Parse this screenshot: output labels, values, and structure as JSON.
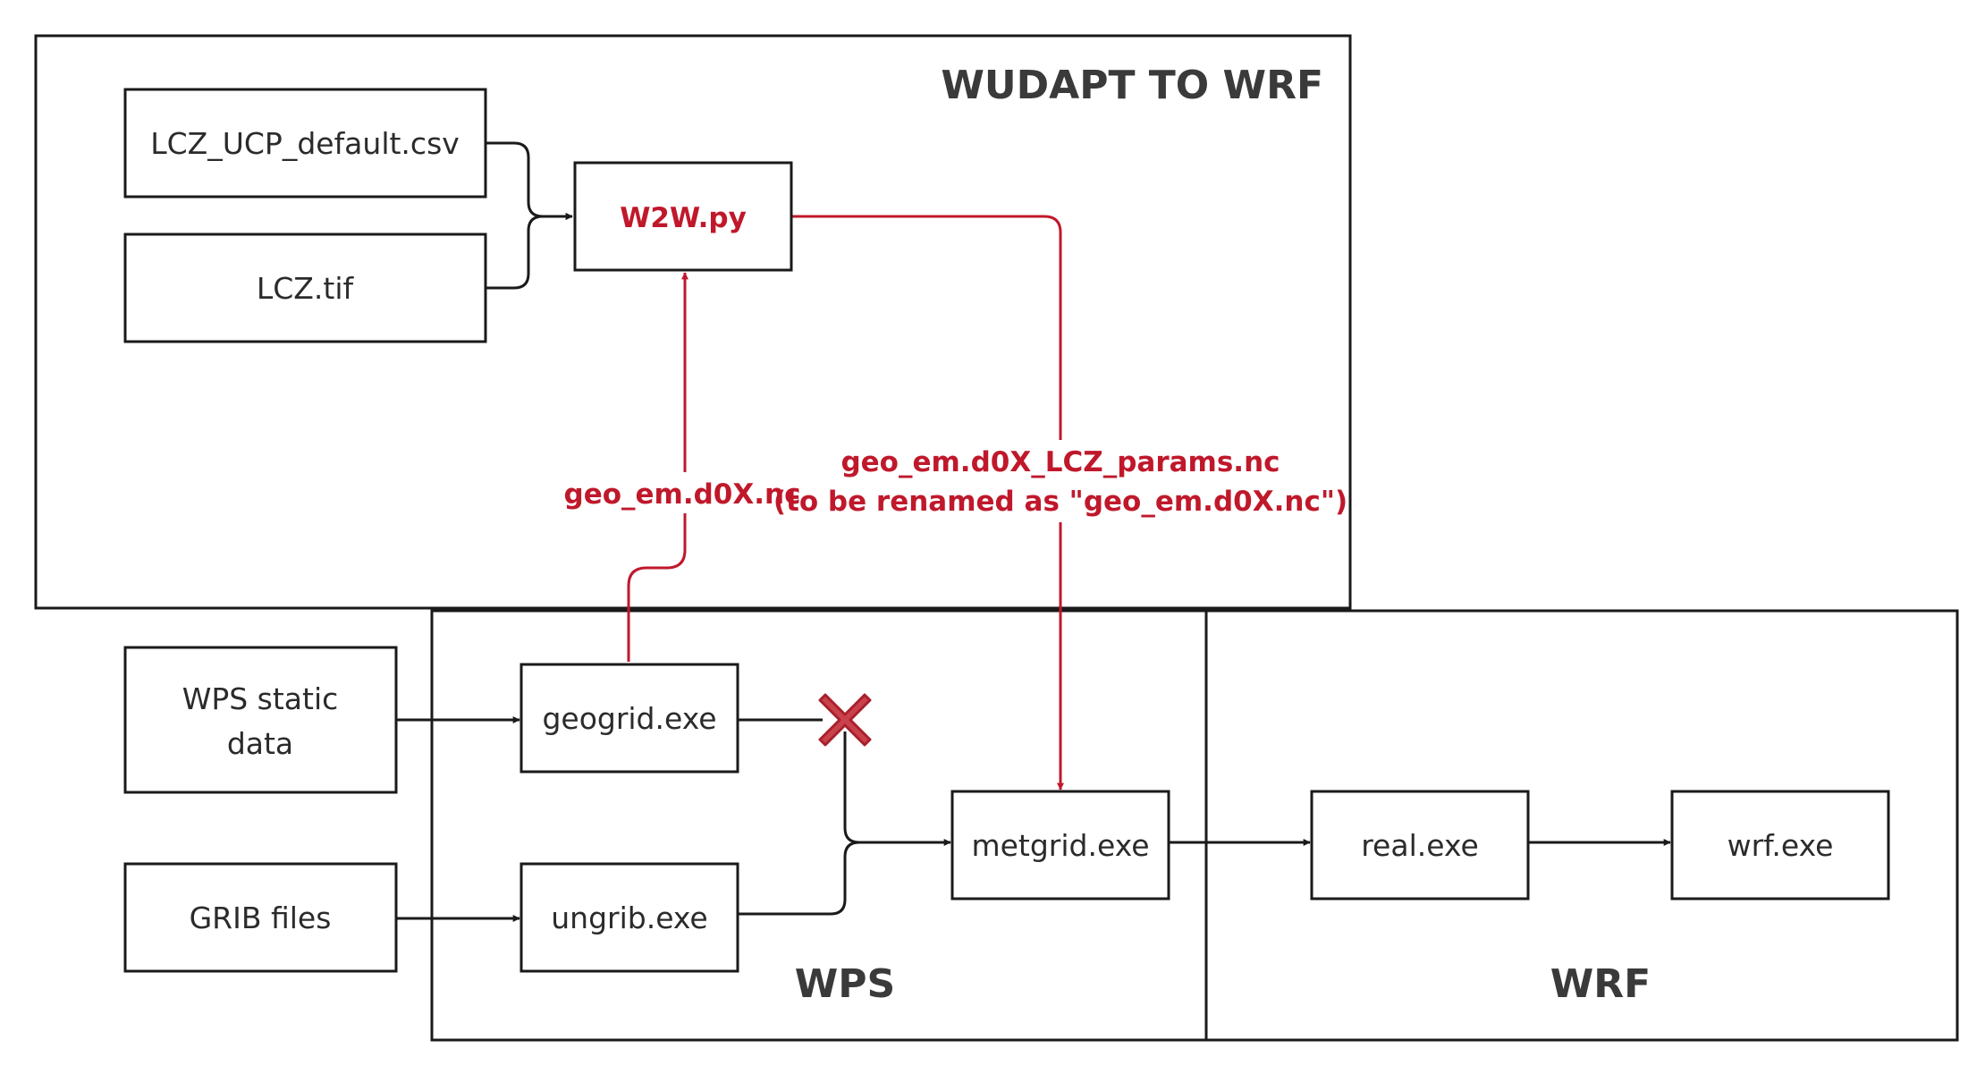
{
  "regions": {
    "wudapt": "WUDAPT TO WRF",
    "wps": "WPS",
    "wrf": "WRF"
  },
  "nodes": {
    "lcz_ucp": "LCZ_UCP_default.csv",
    "lcz_tif": "LCZ.tif",
    "w2w": "W2W.py",
    "wps_static_line1": "WPS static",
    "wps_static_line2": "data",
    "grib": "GRIB files",
    "geogrid": "geogrid.exe",
    "ungrib": "ungrib.exe",
    "metgrid": "metgrid.exe",
    "real": "real.exe",
    "wrf_exe": "wrf.exe"
  },
  "edge_labels": {
    "geo_em": "geo_em.d0X.nc",
    "params_line1": "geo_em.d0X_LCZ_params.nc",
    "params_line2": "(to be renamed as \"geo_em.d0X.nc\")"
  },
  "colors": {
    "highlight": "#c0182b",
    "stroke": "#1a1a1a"
  },
  "icons": {
    "blocked": "red-cross-icon"
  }
}
